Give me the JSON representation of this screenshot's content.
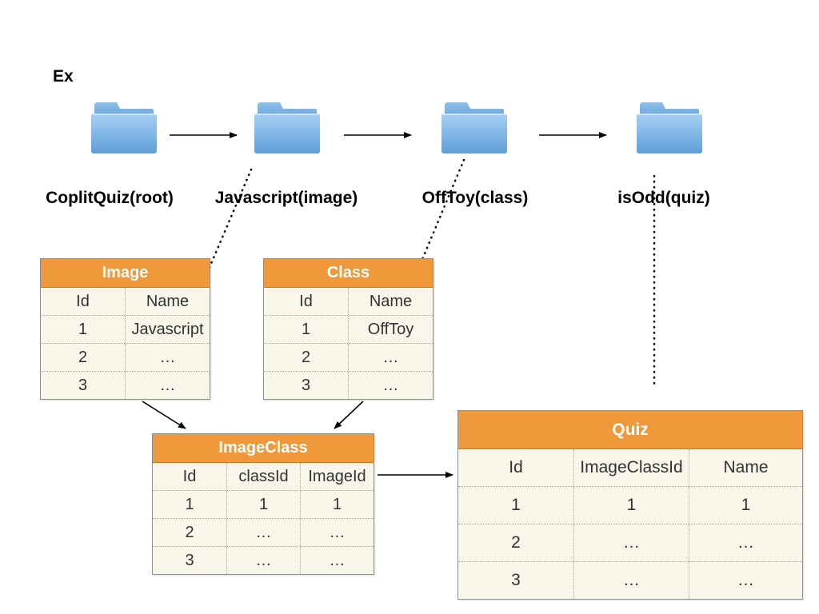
{
  "heading": "Ex",
  "nodes": [
    {
      "label": "CoplitQuiz(root)",
      "icon": "folder-icon"
    },
    {
      "label": "Javascript(image)",
      "icon": "folder-icon"
    },
    {
      "label": "OffToy(class)",
      "icon": "folder-icon"
    },
    {
      "label": "isOdd(quiz)",
      "icon": "folder-icon"
    }
  ],
  "colors": {
    "header": "#f0993a",
    "body": "#f8f5e9",
    "folder_top": "#a8d0f2",
    "folder_bottom": "#5e9fd9"
  },
  "tables": {
    "image": {
      "title": "Image",
      "columns": [
        "Id",
        "Name"
      ],
      "rows": [
        [
          "1",
          "Javascript"
        ],
        [
          "2",
          "…"
        ],
        [
          "3",
          "…"
        ]
      ]
    },
    "class": {
      "title": "Class",
      "columns": [
        "Id",
        "Name"
      ],
      "rows": [
        [
          "1",
          "OffToy"
        ],
        [
          "2",
          "…"
        ],
        [
          "3",
          "…"
        ]
      ]
    },
    "imageclass": {
      "title": "ImageClass",
      "columns": [
        "Id",
        "classId",
        "ImageId"
      ],
      "rows": [
        [
          "1",
          "1",
          "1"
        ],
        [
          "2",
          "…",
          "…"
        ],
        [
          "3",
          "…",
          "…"
        ]
      ]
    },
    "quiz": {
      "title": "Quiz",
      "columns": [
        "Id",
        "ImageClassId",
        "Name"
      ],
      "rows": [
        [
          "1",
          "1",
          "1"
        ],
        [
          "2",
          "…",
          "…"
        ],
        [
          "3",
          "…",
          "…"
        ]
      ]
    }
  }
}
